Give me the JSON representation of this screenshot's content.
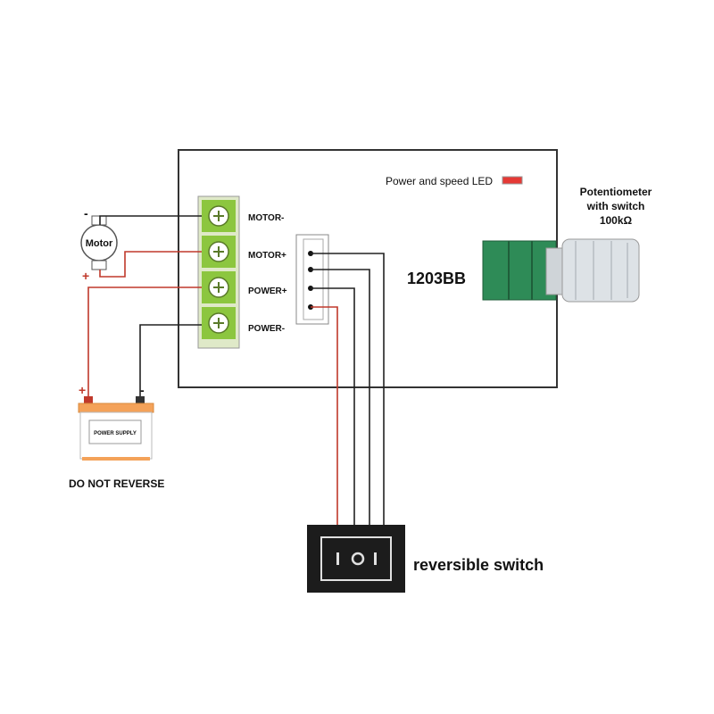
{
  "board": {
    "model": "1203BB",
    "led_label": "Power and speed LED",
    "led_color": "#e53935"
  },
  "terminals": [
    {
      "label": "MOTOR-"
    },
    {
      "label": "MOTOR+"
    },
    {
      "label": "POWER+"
    },
    {
      "label": "POWER-"
    }
  ],
  "motor": {
    "label": "Motor",
    "minus_sign": "-",
    "plus_sign": "+"
  },
  "battery": {
    "label": "POWER SUPPLY",
    "plus_sign": "+",
    "minus_sign": "-",
    "warning": "DO NOT REVERSE"
  },
  "potentiometer": {
    "label_lines": [
      "Potentiometer",
      "with switch",
      "100kΩ"
    ]
  },
  "switch": {
    "label": "reversible switch"
  },
  "colors": {
    "terminal_green": "#8cc63f",
    "wire_red": "#c0392b",
    "wire_black": "#222222",
    "pot_green": "#2e8b57",
    "battery_orange": "#f4a259"
  }
}
